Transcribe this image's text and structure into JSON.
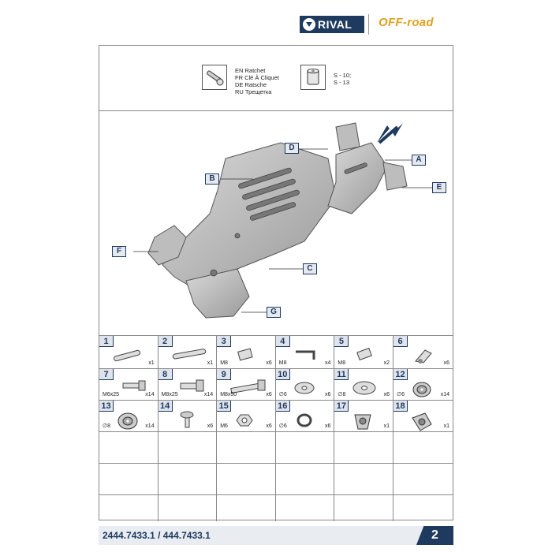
{
  "brand": {
    "rival": "RIVAL",
    "offroad": "OFF-road"
  },
  "tools": {
    "ratchet_lines": [
      "EN Ratchet",
      "FR Clé À Cliquet",
      "DE Ratsche",
      "RU Трещетка"
    ],
    "socket_lines": [
      "S - 10;",
      "S - 13"
    ]
  },
  "callouts": [
    "A",
    "B",
    "C",
    "D",
    "E",
    "F",
    "G"
  ],
  "parts": [
    {
      "num": "1",
      "spec": "",
      "qty": "x1"
    },
    {
      "num": "2",
      "spec": "",
      "qty": "x1"
    },
    {
      "num": "3",
      "spec": "M8",
      "qty": "x6"
    },
    {
      "num": "4",
      "spec": "M8",
      "qty": "x4"
    },
    {
      "num": "5",
      "spec": "M8",
      "qty": "x2"
    },
    {
      "num": "6",
      "spec": "",
      "qty": "x6"
    },
    {
      "num": "7",
      "spec": "M6x25",
      "qty": "x14"
    },
    {
      "num": "8",
      "spec": "M8x25",
      "qty": "x14"
    },
    {
      "num": "9",
      "spec": "M8x50",
      "qty": "x6"
    },
    {
      "num": "10",
      "spec": "∅6",
      "qty": "x6"
    },
    {
      "num": "11",
      "spec": "∅8",
      "qty": "x6"
    },
    {
      "num": "12",
      "spec": "∅6",
      "qty": "x14"
    },
    {
      "num": "13",
      "spec": "∅8",
      "qty": "x14"
    },
    {
      "num": "14",
      "spec": "",
      "qty": "x6"
    },
    {
      "num": "15",
      "spec": "M6",
      "qty": "x6"
    },
    {
      "num": "16",
      "spec": "∅6",
      "qty": "x6"
    },
    {
      "num": "17",
      "spec": "",
      "qty": "x1"
    },
    {
      "num": "18",
      "spec": "",
      "qty": "x1"
    }
  ],
  "footer": {
    "code": "2444.7433.1 / 444.7433.1",
    "page": "2"
  }
}
